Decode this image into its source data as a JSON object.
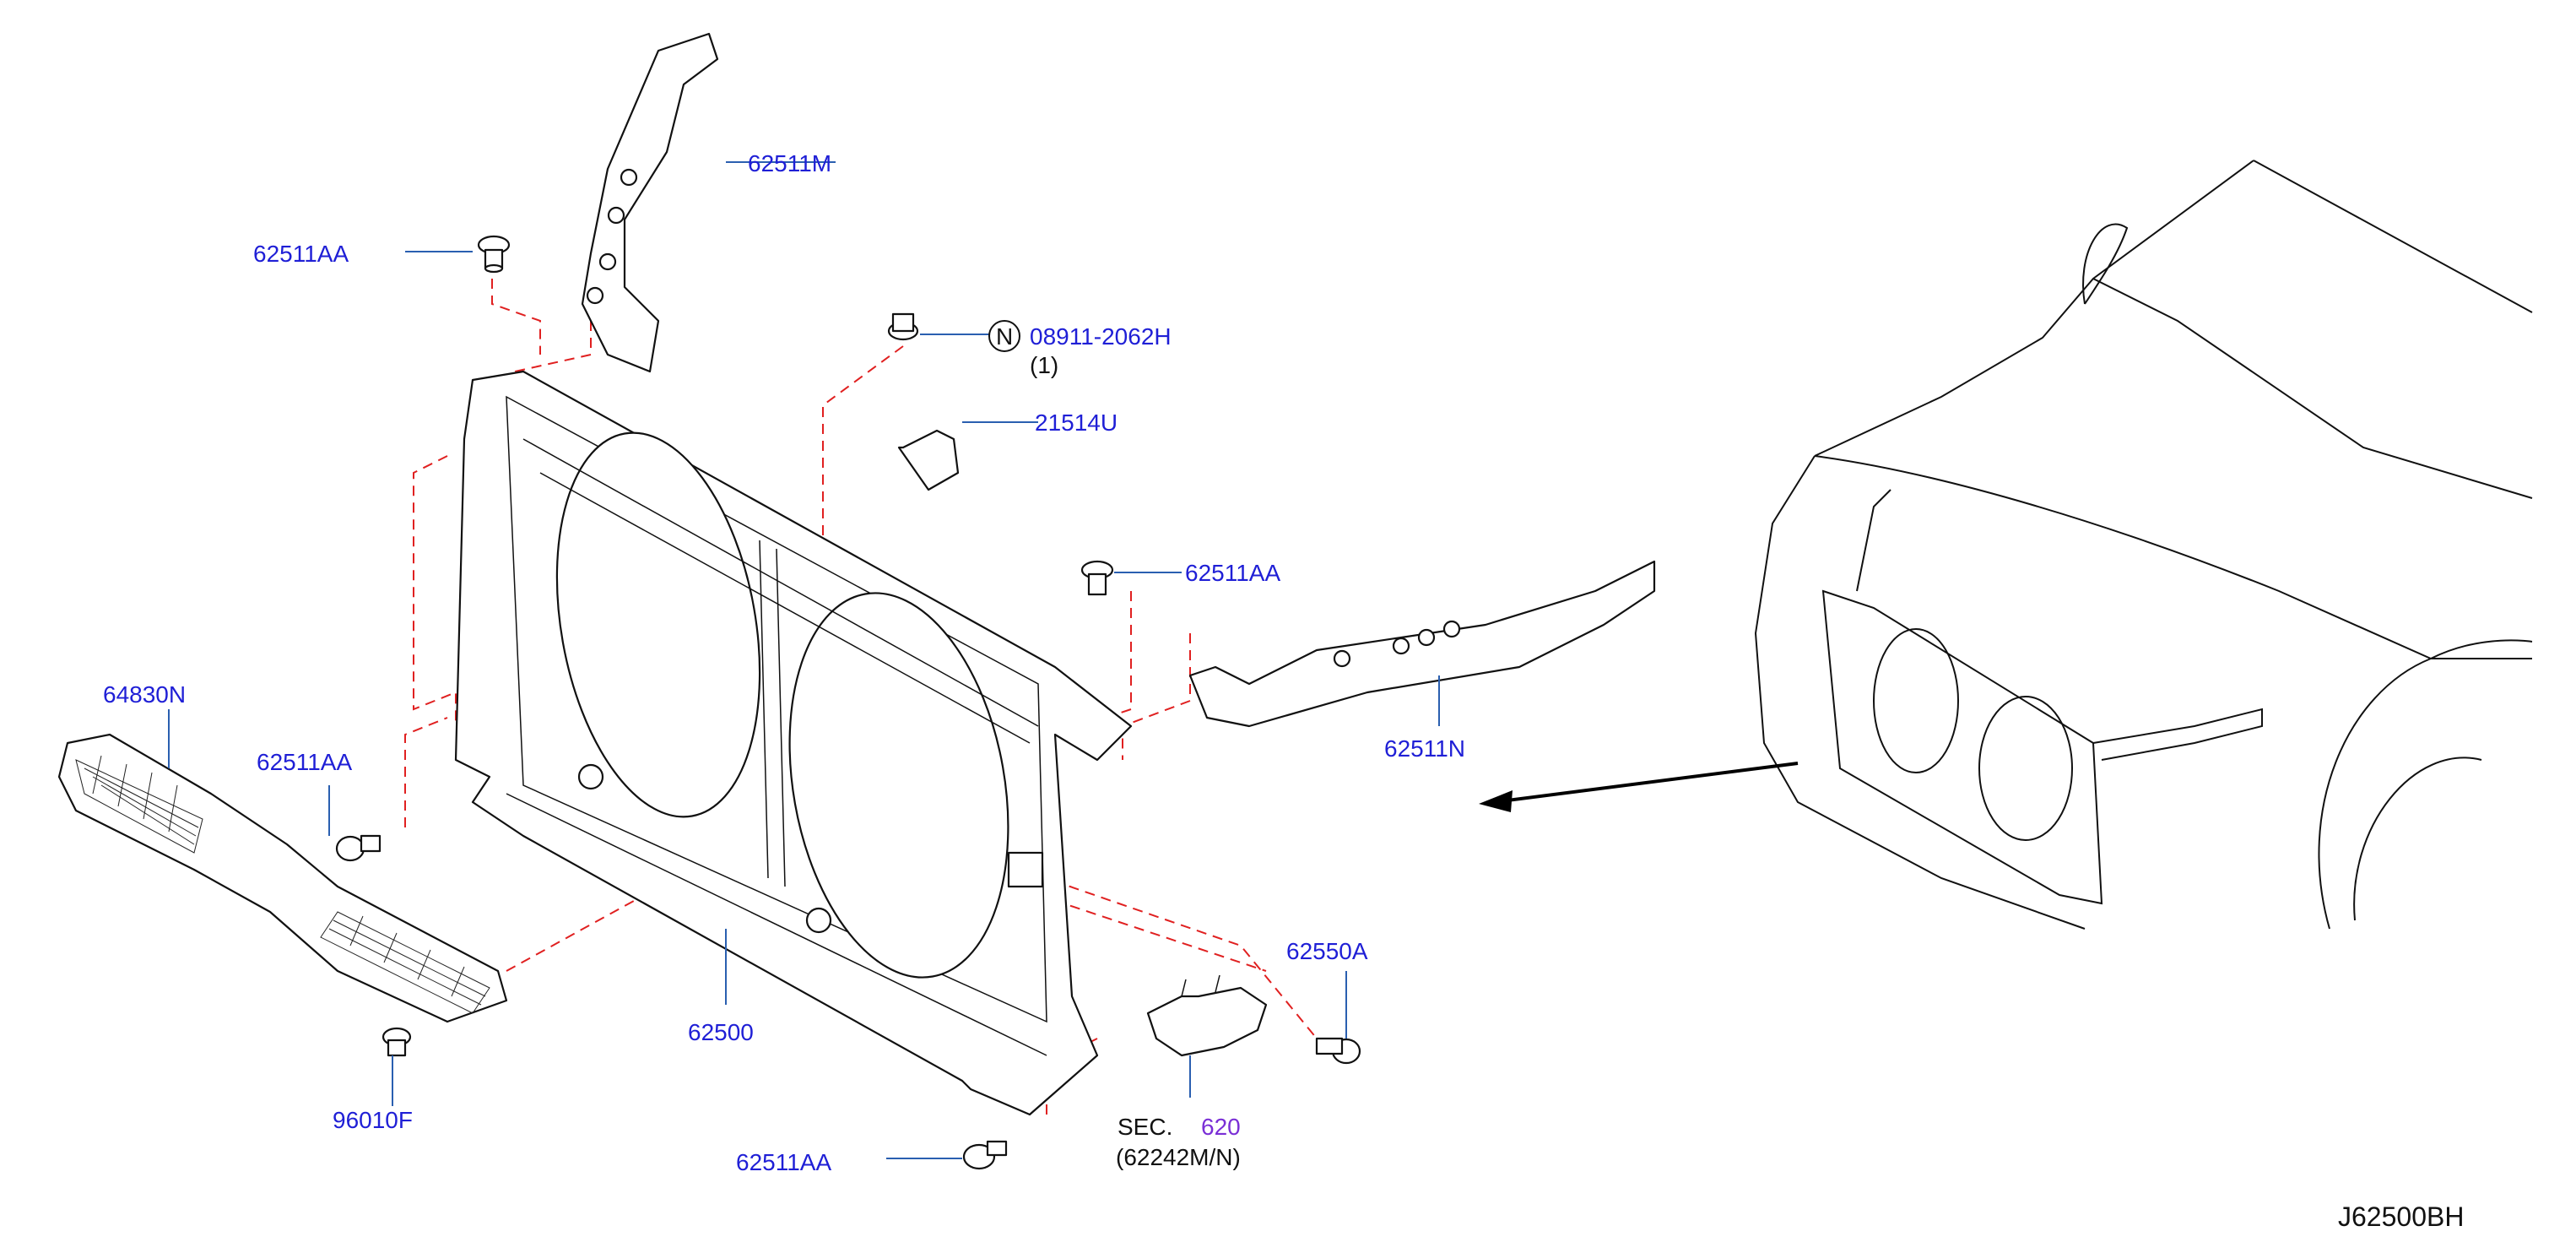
{
  "diagram_id": "J62500BH",
  "callouts": {
    "c62511M": "62511M",
    "c62511AA_top": "62511AA",
    "c08911": "08911-2062H",
    "c08911_qty": "(1)",
    "nut_symbol": "N",
    "c21514U": "21514U",
    "c62511AA_right": "62511AA",
    "c62511N": "62511N",
    "c64830N": "64830N",
    "c62511AA_left": "62511AA",
    "c62500": "62500",
    "c96010F": "96010F",
    "c62550A": "62550A",
    "c62511AA_bottom": "62511AA",
    "sec_prefix": "SEC.",
    "sec_number": "620",
    "sec_sub": "(62242M/N)"
  },
  "colors": {
    "callout_text": "#1f1fd6",
    "sec_link": "#7a2fd6",
    "leader_line": "#2a5fb0",
    "dashed_line": "#e02020",
    "part_outline": "#111111"
  }
}
